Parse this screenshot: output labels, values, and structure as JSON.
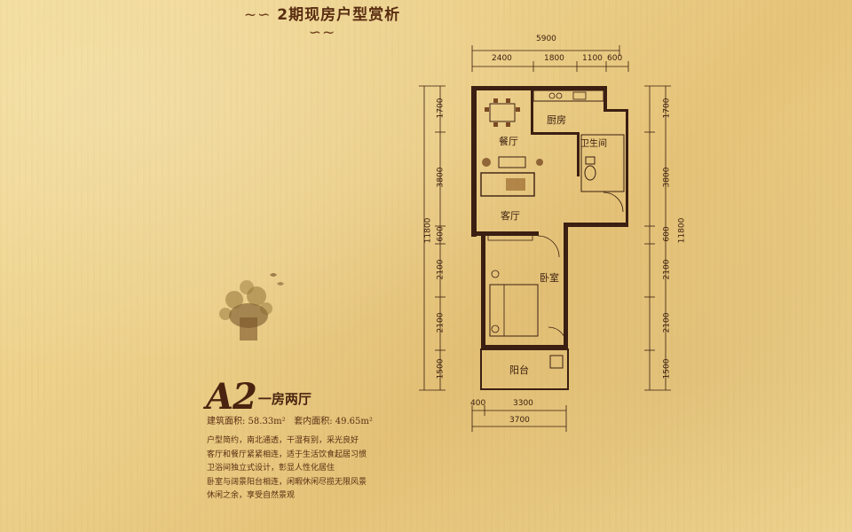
{
  "title": "2期现房户型赏析",
  "title_ornament_left": "~∽",
  "title_ornament_right": "∽~",
  "model": {
    "code": "A2",
    "type": "一房两厅"
  },
  "area": {
    "build": "建筑面积: 58.33m²",
    "inner": "套内面积: 49.65m²"
  },
  "description": [
    "户型简约，南北通透，干湿有别，采光良好",
    "客厅和餐厅紧紧相连，适于生活饮食起居习惯",
    "卫浴间独立式设计，彰显人性化居住",
    "卧室与阔景阳台相连，闲暇休闲尽揽无限风景",
    "休闲之余，享受自然景观"
  ],
  "rooms": {
    "dining": "餐厅",
    "kitchen": "厨房",
    "bathroom": "卫生间",
    "living": "客厅",
    "bedroom": "卧室",
    "balcony": "阳台"
  },
  "dimensions": {
    "top_total": "5900",
    "top_parts": [
      "2400",
      "1800",
      "1100",
      "600"
    ],
    "left": [
      "1700",
      "3800",
      "600",
      "2100",
      "2100",
      "1500"
    ],
    "left_total": "11800",
    "right": [
      "1700",
      "3800",
      "600",
      "2100",
      "2100",
      "1500"
    ],
    "right_total": "11800",
    "bottom_parts": [
      "400",
      "3300"
    ],
    "bottom_total": "3700"
  },
  "colors": {
    "wall": "#3b1f12",
    "ink": "#5a2e12",
    "paper": "#ecd08a"
  }
}
